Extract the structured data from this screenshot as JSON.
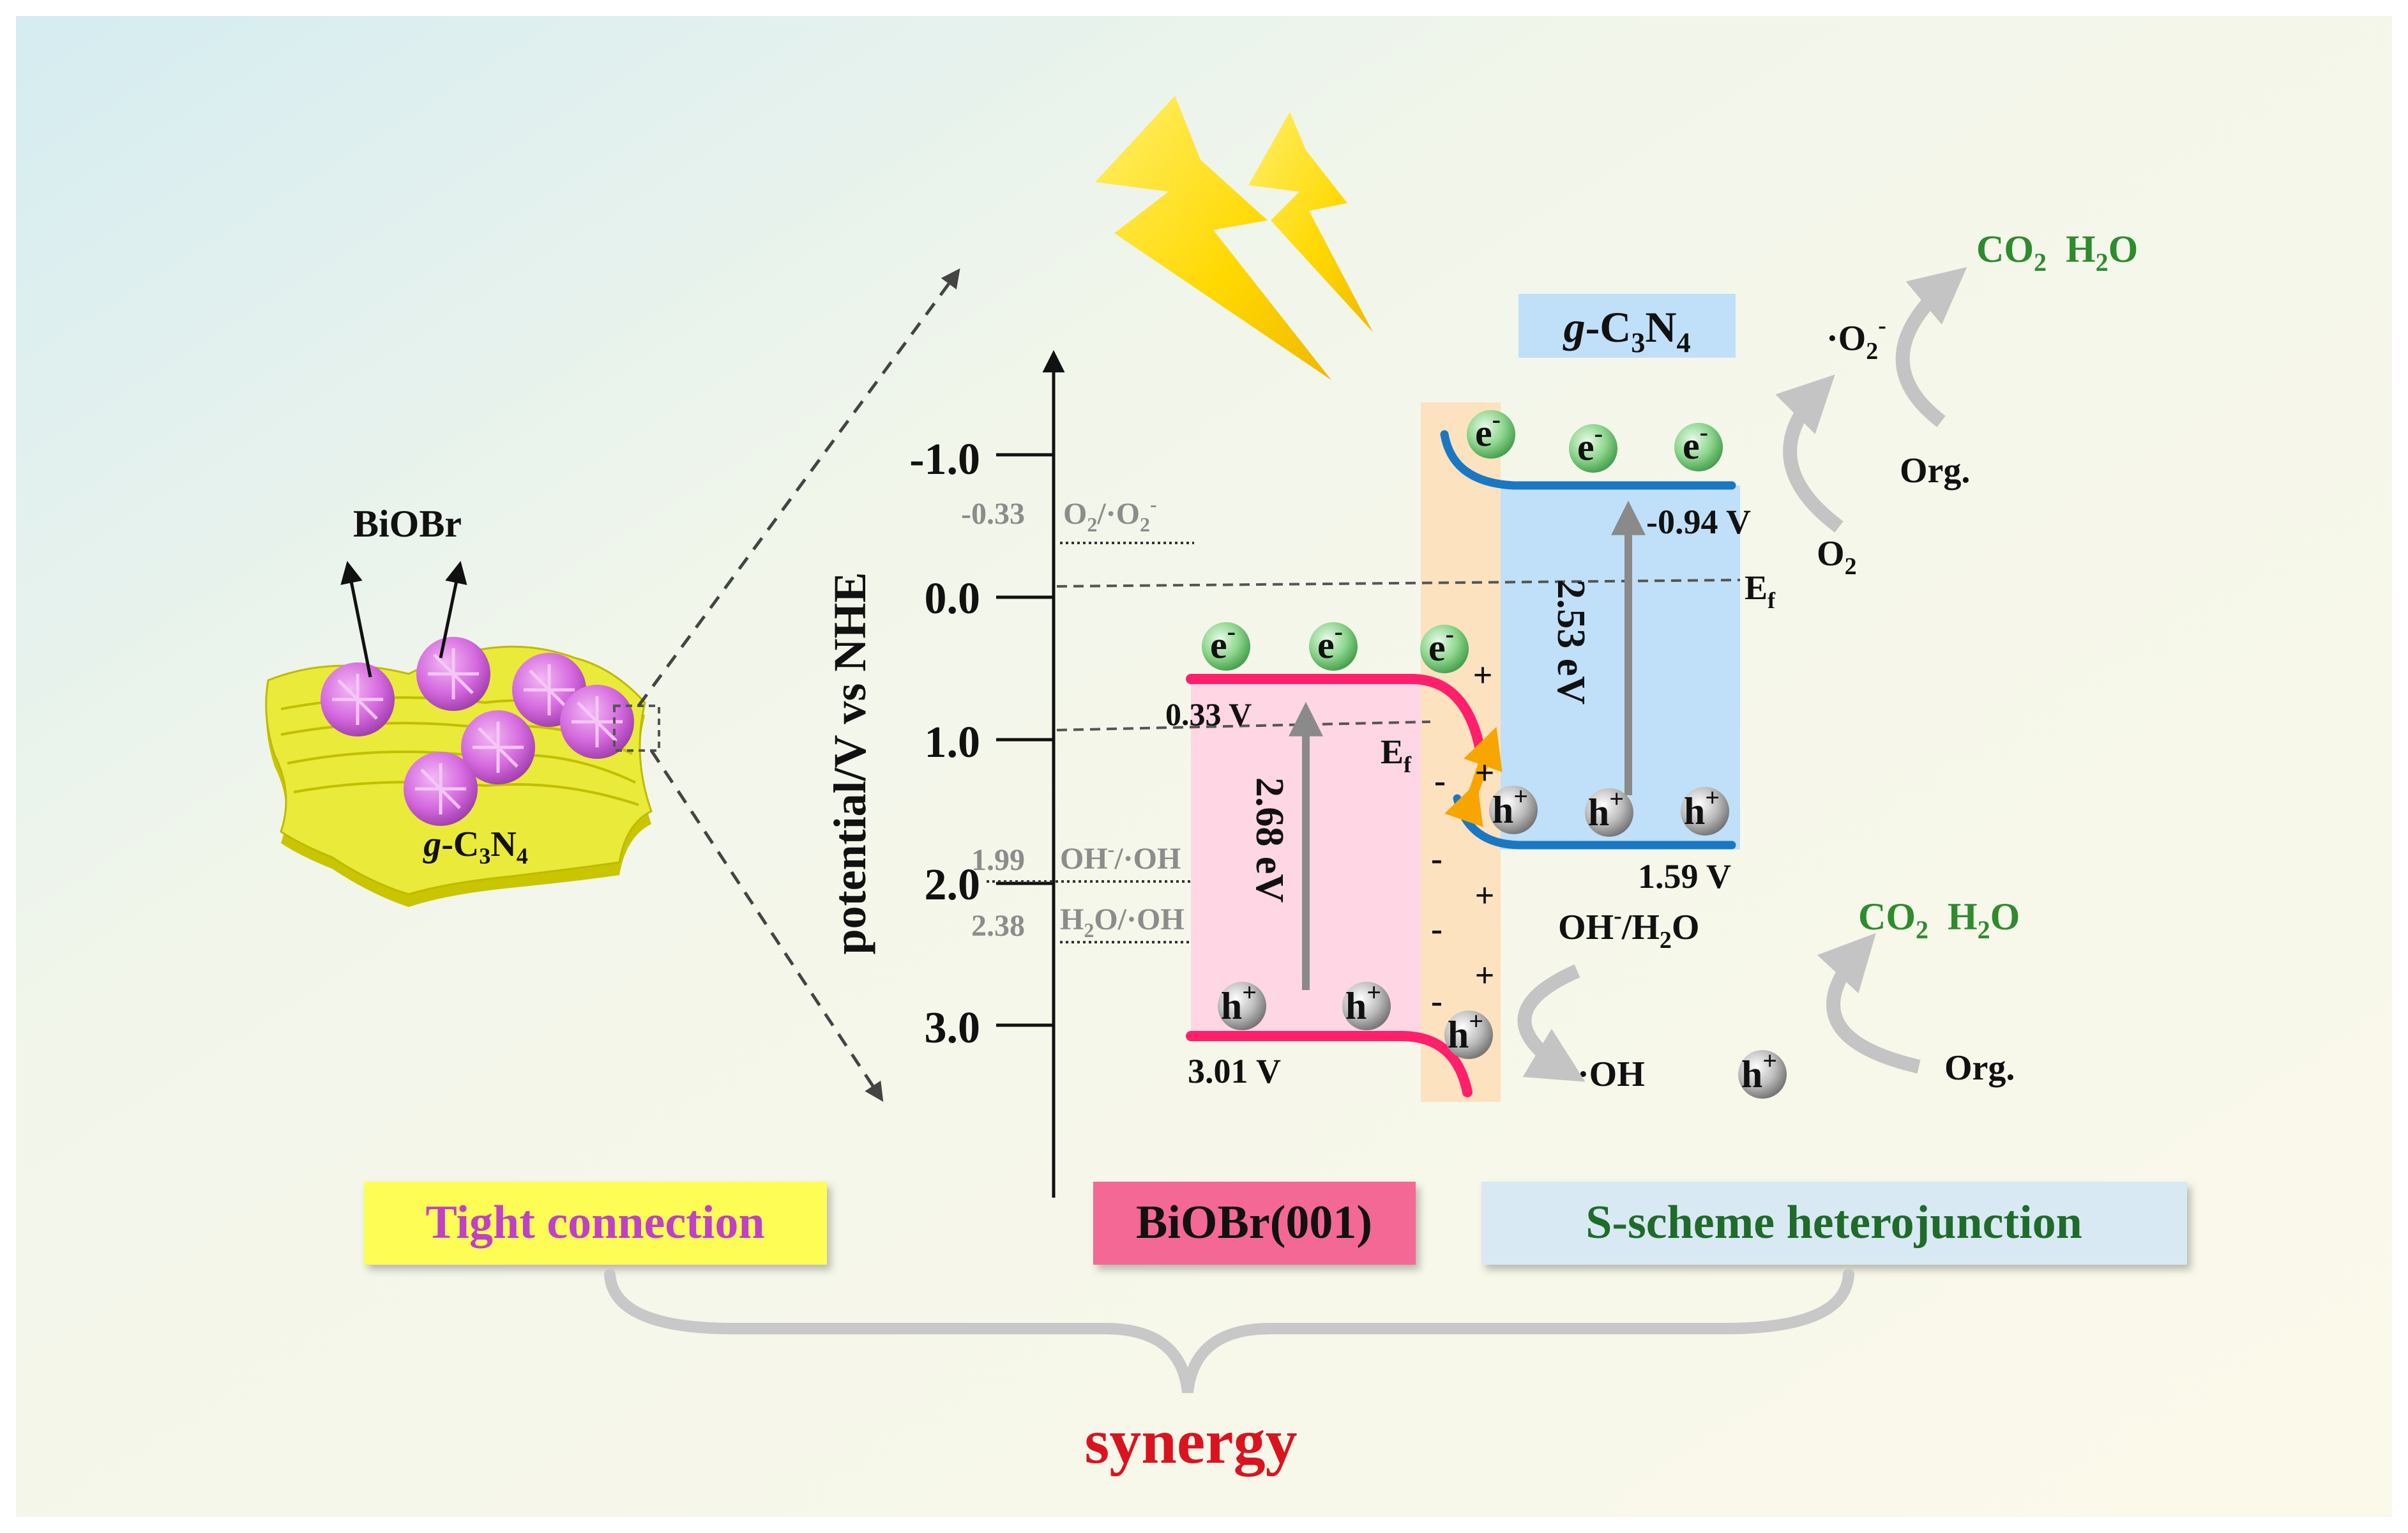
{
  "colors": {
    "pink_band": "#ff1f6a",
    "blue_band": "#1a78c2",
    "pink_region": "#ffd6e4",
    "blue_region": "#bfe0f8",
    "charge_region": "#fde2c0",
    "green_text": "#2e8b2e",
    "red_text": "#d9141f",
    "magenta_text": "#c040c8",
    "yellow_box": "#fdfd57",
    "pink_box": "#f46895",
    "blue_box": "#d8e9f4",
    "orange_arrow": "#f7a600",
    "gray_label": "#8c8c8c"
  },
  "icons": {
    "lightning": "lightning-bolt-icon",
    "electron": "green-sphere-icon",
    "hole": "gray-sphere-icon",
    "catalyst": "purple-sphere-cluster-icon"
  },
  "left_illustration": {
    "bibr_label": "BiOBr",
    "gcn_label_g": "g",
    "gcn_label_rest": "-C",
    "gcn_sub3": "3",
    "gcn_n": "N",
    "gcn_sub4": "4"
  },
  "axis": {
    "title": "potential/V vs NHE",
    "ticks": [
      "-1.0",
      "0.0",
      "1.0",
      "2.0",
      "3.0"
    ]
  },
  "reference_levels": {
    "o2_value": "-0.33",
    "o2_label_main": "O",
    "o2_label_sub": "2",
    "o2_label_rest": "/·O",
    "o2_label_sub2": "2",
    "o2_label_sup": "-",
    "oh_value": "1.99",
    "oh_label": "OH",
    "oh_sup": "-",
    "oh_rest": "/·OH",
    "h2o_value": "2.38",
    "h2o_label_h": "H",
    "h2o_sub": "2",
    "h2o_rest": "O/·OH"
  },
  "bibr": {
    "cb": "0.33 V",
    "vb": "3.01 V",
    "gap": "2.68 eV",
    "ef_main": "E",
    "ef_sub": "f"
  },
  "gcn": {
    "title_g": "g",
    "title_rest": "-C",
    "title_sub3": "3",
    "title_n": "N",
    "title_sub4": "4",
    "cb": "-0.94 V",
    "vb": "1.59 V",
    "gap": "2.53 eV",
    "ef_main": "E",
    "ef_sub": "f"
  },
  "carriers": {
    "e_main": "e",
    "e_sup": "-",
    "h_main": "h",
    "h_sup": "+"
  },
  "charges": {
    "plus": "+",
    "minus": "-"
  },
  "reactions": {
    "co2": "CO",
    "co2_sub": "2",
    "h2o": "H",
    "h2o_sub": "2",
    "h2o_o": "O",
    "superoxide_dot": "·O",
    "superoxide_sub": "2",
    "superoxide_sup": "-",
    "org": "Org.",
    "o2": "O",
    "o2_sub": "2",
    "oh_h2o_oh": "OH",
    "oh_h2o_sup": "-",
    "oh_h2o_rest": "/H",
    "oh_h2o_sub": "2",
    "oh_h2o_o": "O",
    "hydroxyl": "·OH"
  },
  "boxes": {
    "tight": "Tight connection",
    "bibr001": "BiOBr(001)",
    "sscheme": "S-scheme heterojunction"
  },
  "conclusion": "synergy"
}
